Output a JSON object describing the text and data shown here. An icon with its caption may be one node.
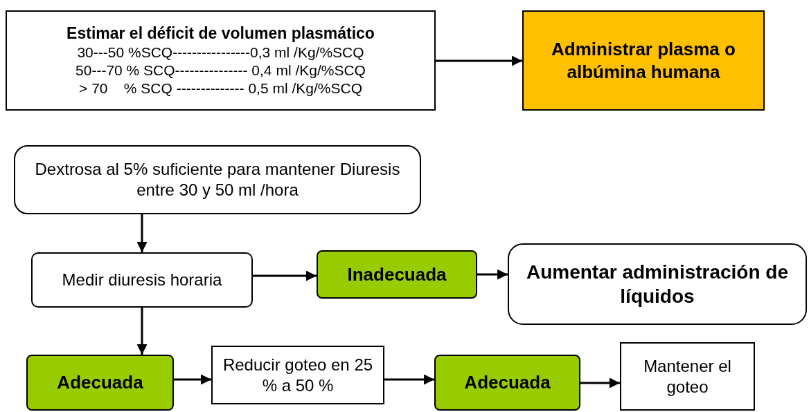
{
  "diagram": {
    "nodes": [
      {
        "text": [
          "Estimar el déficit de volumen plasmático",
          "30---50 %SCQ----------------0,3 ml /Kg/%SCQ",
          "50---70 % SCQ--------------- 0,4 ml /Kg/%SCQ",
          "> 70    % SCQ -------------- 0,5 ml /Kg/%SCQ"
        ]
      },
      {
        "text": [
          "Administrar plasma o albúmina humana"
        ]
      },
      {
        "text": [
          "Dextrosa al 5% suficiente para mantener Diuresis entre 30 y 50 ml /hora"
        ]
      },
      {
        "text": [
          "Medir  diuresis horaria"
        ]
      },
      {
        "text": [
          "Inadecuada"
        ]
      },
      {
        "text": [
          "Aumentar administración de líquidos"
        ]
      },
      {
        "text": [
          "Adecuada"
        ]
      },
      {
        "text": [
          "Reducir goteo en 25 % a 50 %"
        ]
      },
      {
        "text": [
          "Adecuada"
        ]
      },
      {
        "text": [
          "Mantener el  goteo"
        ]
      }
    ],
    "edges": [
      {
        "from": 0,
        "to": 1,
        "arrow": "to"
      },
      {
        "from": 2,
        "to": 3,
        "arrow": "to"
      },
      {
        "from": 3,
        "to": 4,
        "arrow": "to"
      },
      {
        "from": 4,
        "to": 5,
        "arrow": "to"
      },
      {
        "from": 3,
        "to": 6,
        "arrow": "to"
      },
      {
        "from": 6,
        "to": 7,
        "arrow": "to"
      },
      {
        "from": 7,
        "to": 8,
        "arrow": "to"
      },
      {
        "from": 8,
        "to": 9,
        "arrow": "to"
      }
    ]
  }
}
